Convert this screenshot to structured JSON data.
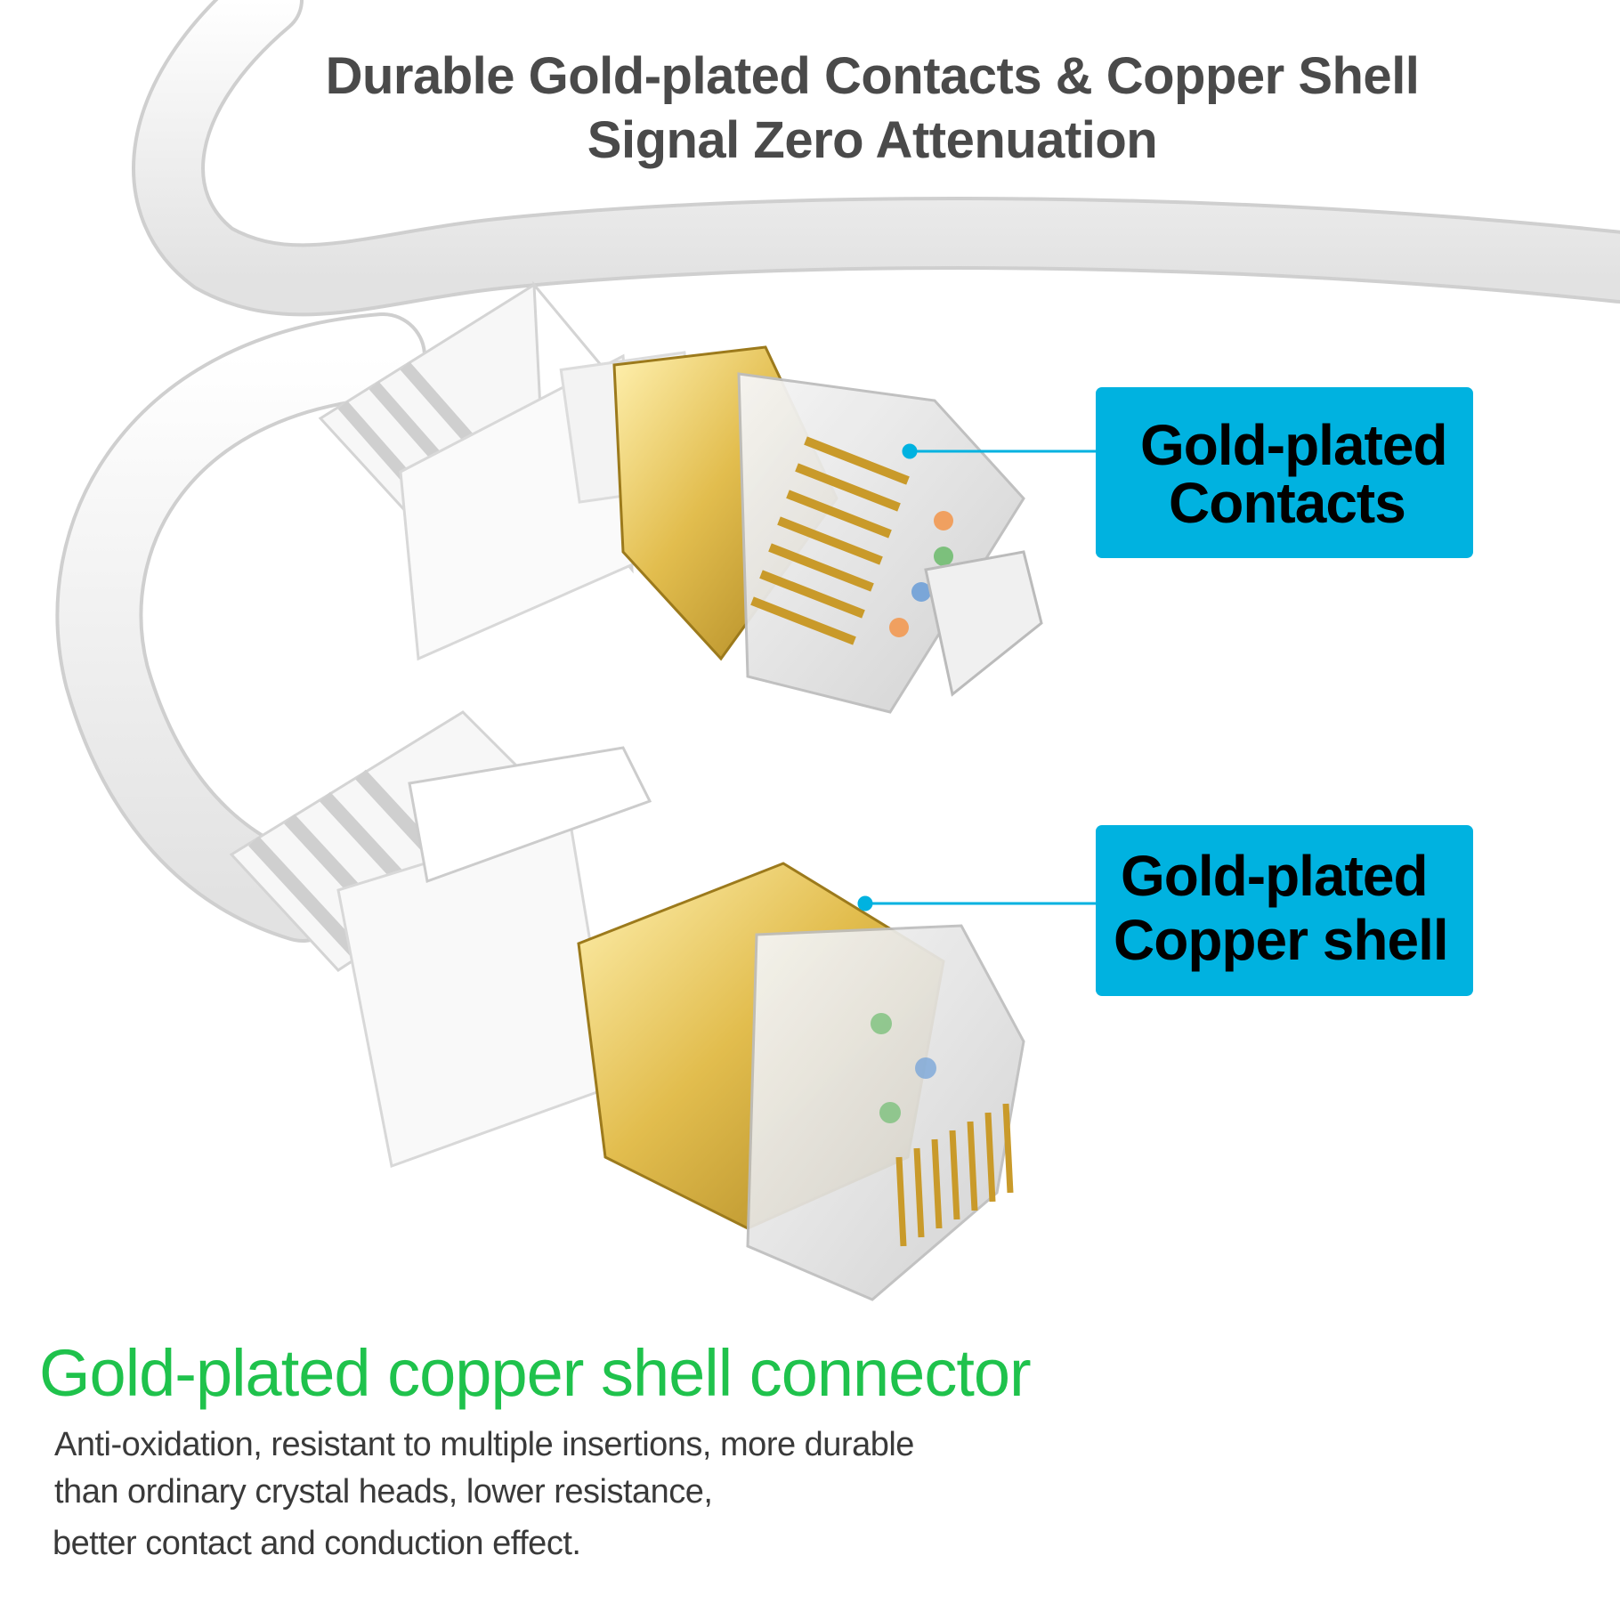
{
  "headline": {
    "line1": "Durable Gold-plated Contacts & Copper Shell",
    "line2": "Signal Zero Attenuation"
  },
  "callouts": {
    "contacts": {
      "line1": "Gold-plated",
      "line2": "Contacts"
    },
    "shell": {
      "line1": "Gold-plated",
      "line2": "Copper shell"
    }
  },
  "feature": {
    "title": "Gold-plated copper shell connector",
    "description": [
      "Anti-oxidation, resistant to multiple insertions, more durable",
      "than ordinary crystal heads, lower resistance,",
      "better contact and conduction effect."
    ]
  },
  "colors": {
    "callout_bg": "#00b2e0",
    "feature_title": "#1fc24c",
    "headline": "#4a4a4a",
    "gold": "#d9b44a",
    "cable": "#f2f2f2"
  }
}
